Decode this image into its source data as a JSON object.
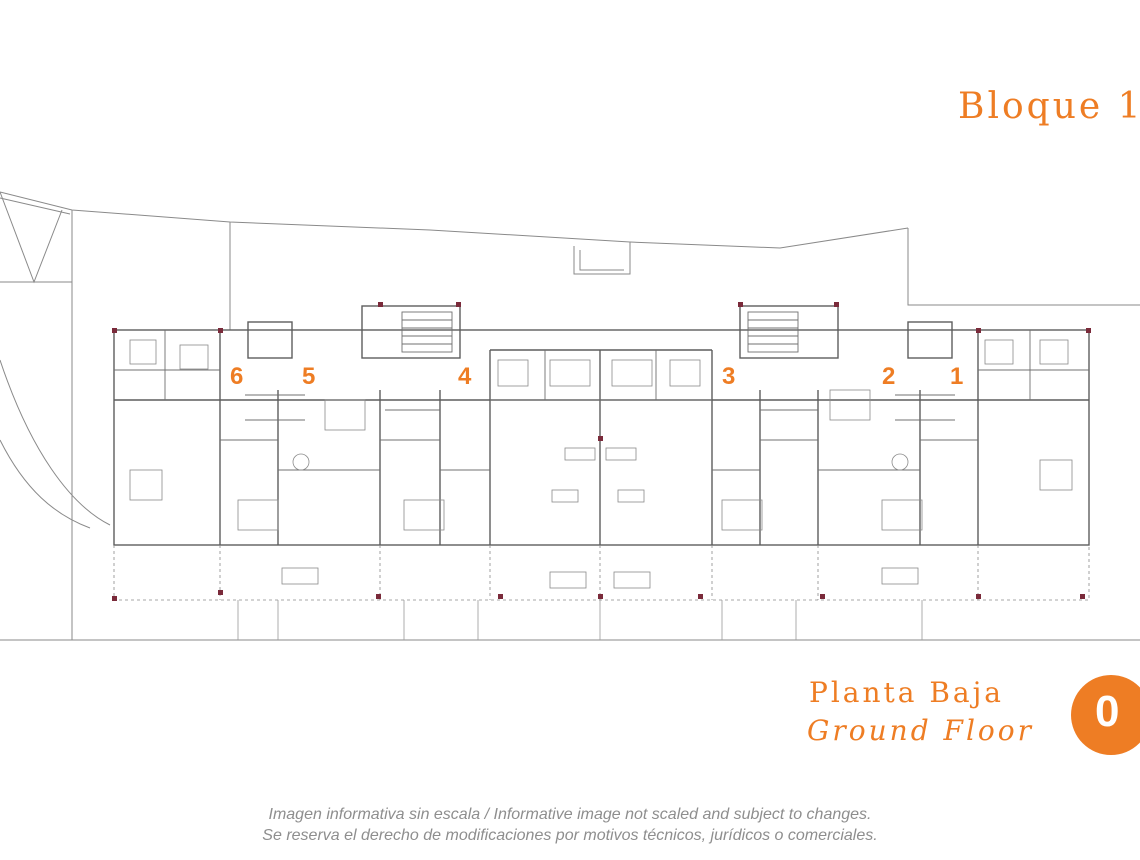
{
  "header": {
    "title": "Bloque 1"
  },
  "plan": {
    "unit_labels": [
      "6",
      "5",
      "4",
      "3",
      "2",
      "1"
    ]
  },
  "floor": {
    "name_es": "Planta Baja",
    "name_en": "Ground Floor",
    "badge": "0"
  },
  "disclaimer": {
    "line1": "Imagen informativa sin escala /  Informative image not scaled and subject to changes.",
    "line2": "Se reserva el derecho de modificaciones por motivos técnicos, jurídicos o comerciales."
  },
  "colors": {
    "accent": "#ee7d24",
    "line": "#6f6f6f",
    "wall_marker": "#7a2a3a",
    "disclaimer_text": "#8e8e8e"
  },
  "icons": [
    "stair-icon",
    "door-swing-icon",
    "bed-icon",
    "table-icon",
    "sofa-icon"
  ]
}
